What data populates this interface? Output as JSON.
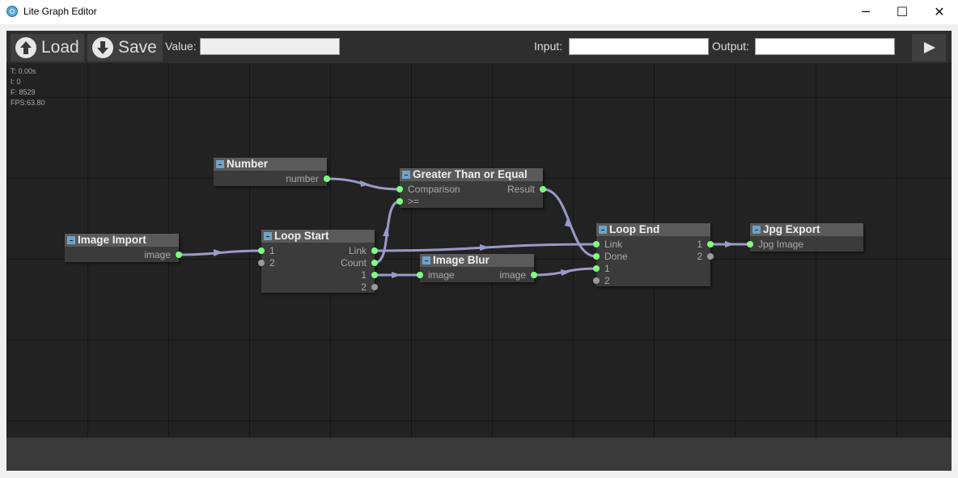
{
  "window": {
    "title": "Lite Graph Editor",
    "minimize": "─",
    "maximize": "☐",
    "close": "✕"
  },
  "toolbar": {
    "load_label": "Load",
    "save_label": "Save",
    "value_label": "Value:",
    "value": "",
    "input_label": "Input:",
    "input_value": "",
    "output_label": "Output:",
    "output_value": "",
    "run_icon": "play-icon",
    "load_icon": "arrow-up-circle-icon",
    "save_icon": "arrow-down-circle-icon"
  },
  "stats": {
    "time": "T: 0.00s",
    "iterations": "I: 0",
    "frames": "F: 8529",
    "fps": "FPS:63.80"
  },
  "colors": {
    "link": "#9a9ac8",
    "slot_connected": "#7fff7f",
    "slot_disconnected": "#9a9a9a",
    "node_body": "#3b3b3b",
    "node_title": "#5a5a5a",
    "canvas": "#222222"
  },
  "nodes": {
    "number": {
      "title": "Number",
      "outputs": [
        "number"
      ]
    },
    "gte": {
      "title": "Greater Than or Equal",
      "inputs": [
        "Comparison",
        ">="
      ],
      "outputs": [
        "Result"
      ]
    },
    "image_import": {
      "title": "Image Import",
      "outputs": [
        "image"
      ]
    },
    "loop_start": {
      "title": "Loop Start",
      "inputs": [
        "1",
        "2"
      ],
      "outputs": [
        "Link",
        "Count",
        "1",
        "2"
      ]
    },
    "image_blur": {
      "title": "Image Blur",
      "inputs": [
        "image"
      ],
      "outputs": [
        "image"
      ]
    },
    "loop_end": {
      "title": "Loop End",
      "inputs": [
        "Link",
        "Done",
        "1",
        "2"
      ],
      "outputs": [
        "1",
        "2"
      ]
    },
    "jpg_export": {
      "title": "Jpg Export",
      "inputs": [
        "Jpg Image"
      ]
    }
  }
}
